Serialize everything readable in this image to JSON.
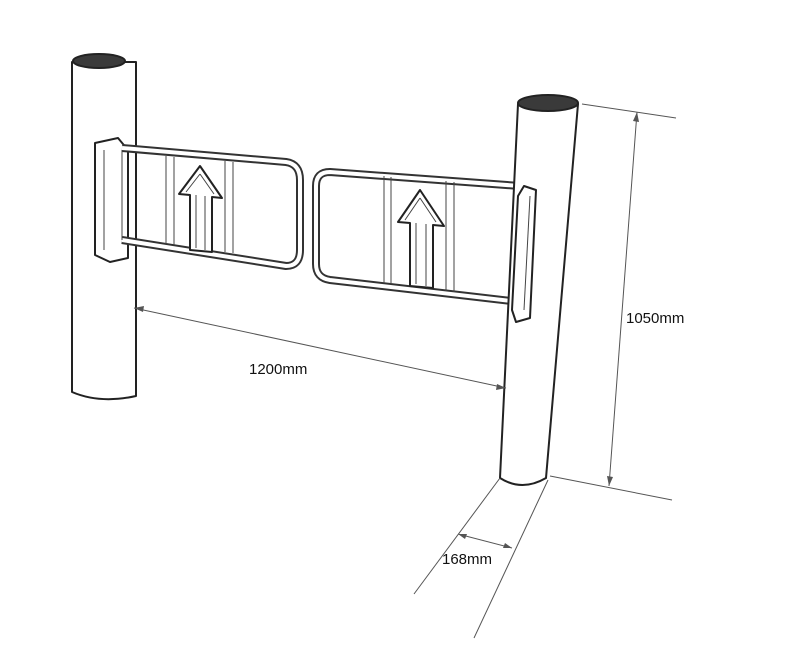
{
  "dimensions": {
    "passage_width": "1200mm",
    "height": "1050mm",
    "post_diameter": "168mm"
  }
}
